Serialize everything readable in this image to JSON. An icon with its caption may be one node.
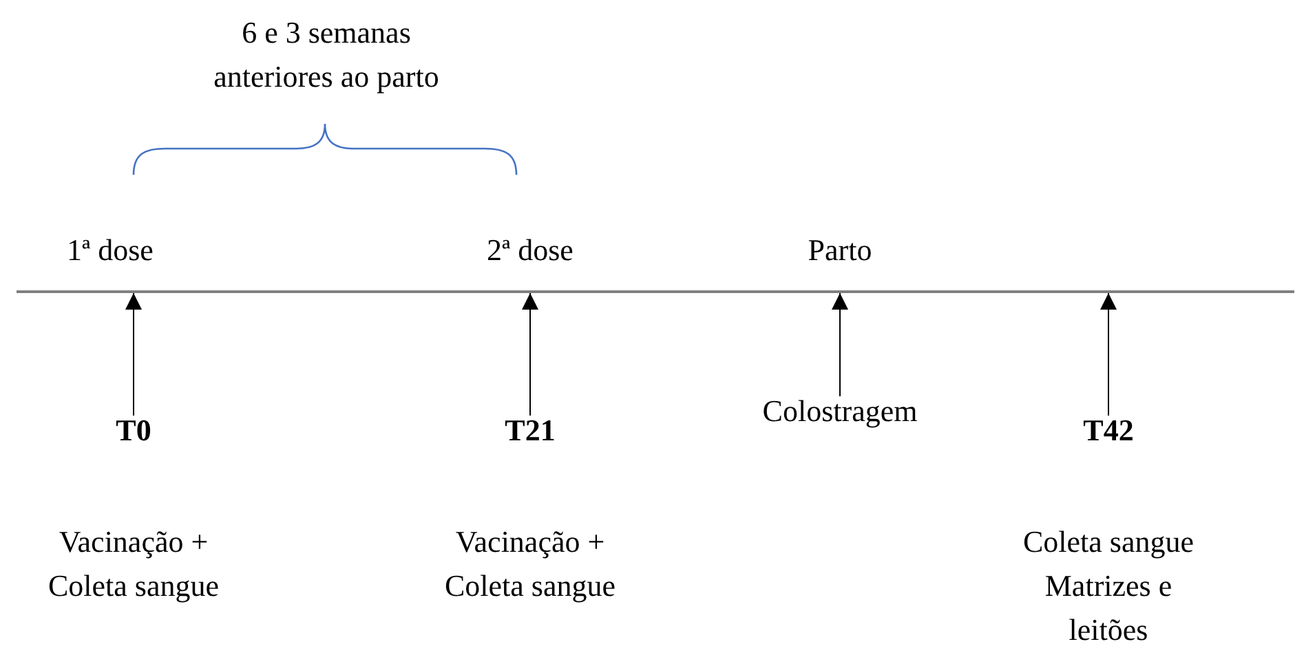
{
  "diagram": {
    "nodes": [
      {
        "text": [],
        "shape": "bar"
      },
      {
        "text": [
          "T0"
        ]
      },
      {
        "text": [
          "T21"
        ]
      },
      {
        "text": [
          "Colostragem"
        ]
      },
      {
        "text": [
          "T42"
        ]
      }
    ],
    "edges": [
      {
        "from": 1,
        "to": 0,
        "arrow": "to"
      },
      {
        "from": 2,
        "to": 0,
        "arrow": "to"
      },
      {
        "from": 3,
        "to": 0,
        "arrow": "to"
      },
      {
        "from": 4,
        "to": 0,
        "arrow": "to"
      }
    ],
    "labels": [
      "6 e 3 semanas anteriores ao parto",
      "1ª dose",
      "2ª dose",
      "Parto",
      "Vacinação + Coleta sangue",
      "Vacinação + Coleta sangue",
      "Coleta sangue Matrizes e leitões"
    ]
  }
}
